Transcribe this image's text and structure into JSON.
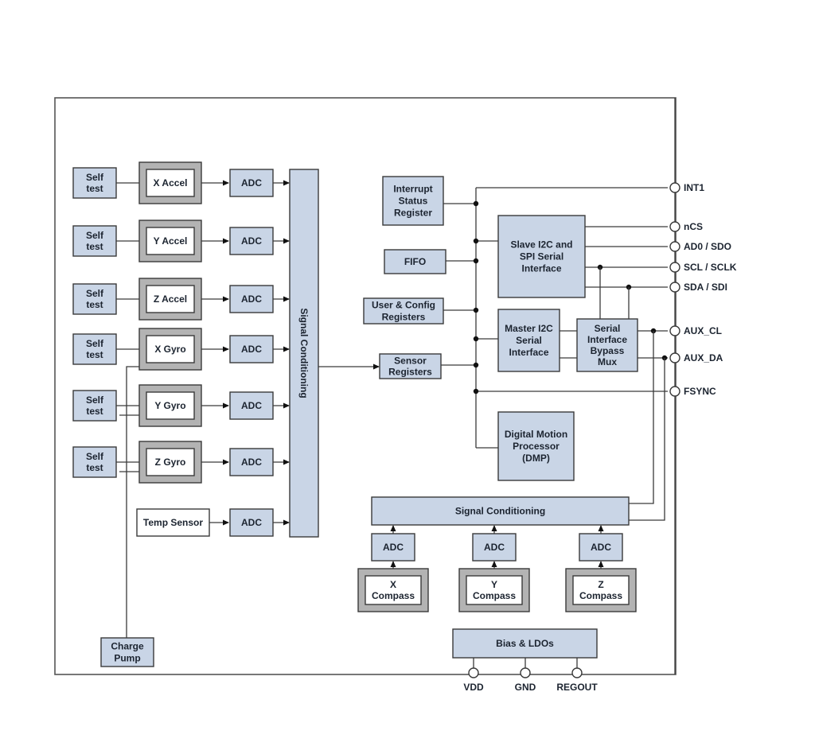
{
  "diagram": {
    "title": "",
    "accel_channels": [
      {
        "self_test": [
          "Self",
          "test"
        ],
        "sensor": "X Accel",
        "adc": "ADC"
      },
      {
        "self_test": [
          "Self",
          "test"
        ],
        "sensor": "Y Accel",
        "adc": "ADC"
      },
      {
        "self_test": [
          "Self",
          "test"
        ],
        "sensor": "Z Accel",
        "adc": "ADC"
      }
    ],
    "gyro_channels": [
      {
        "self_test": [
          "Self",
          "test"
        ],
        "sensor": "X Gyro",
        "adc": "ADC"
      },
      {
        "self_test": [
          "Self",
          "test"
        ],
        "sensor": "Y Gyro",
        "adc": "ADC"
      },
      {
        "self_test": [
          "Self",
          "test"
        ],
        "sensor": "Z Gyro",
        "adc": "ADC"
      }
    ],
    "temp": {
      "sensor": "Temp Sensor",
      "adc": "ADC"
    },
    "charge_pump": [
      "Charge",
      "Pump"
    ],
    "signal_conditioning_vertical": "Signal Conditioning",
    "registers": {
      "interrupt": [
        "Interrupt",
        "Status",
        "Register"
      ],
      "fifo": [
        "FIFO"
      ],
      "user_config": [
        "User & Config",
        "Registers"
      ],
      "sensor": [
        "Sensor",
        "Registers"
      ]
    },
    "slave_interface": [
      "Slave I2C and",
      "SPI Serial",
      "Interface"
    ],
    "master_interface": [
      "Master I2C",
      "Serial",
      "Interface"
    ],
    "bypass_mux": [
      "Serial",
      "Interface",
      "Bypass",
      "Mux"
    ],
    "dmp": [
      "Digital Motion",
      "Processor",
      "(DMP)"
    ],
    "signal_conditioning_horizontal": "Signal Conditioning",
    "compass_channels": [
      {
        "adc": "ADC",
        "sensor": [
          "X",
          "Compass"
        ]
      },
      {
        "adc": "ADC",
        "sensor": [
          "Y",
          "Compass"
        ]
      },
      {
        "adc": "ADC",
        "sensor": [
          "Z",
          "Compass"
        ]
      }
    ],
    "bias": "Bias & LDOs",
    "right_pins": [
      "INT1",
      "nCS",
      "AD0 / SDO",
      "SCL / SCLK",
      "SDA / SDI",
      "AUX_CL",
      "AUX_DA",
      "FSYNC"
    ],
    "bottom_pins": [
      "VDD",
      "GND",
      "REGOUT"
    ]
  }
}
